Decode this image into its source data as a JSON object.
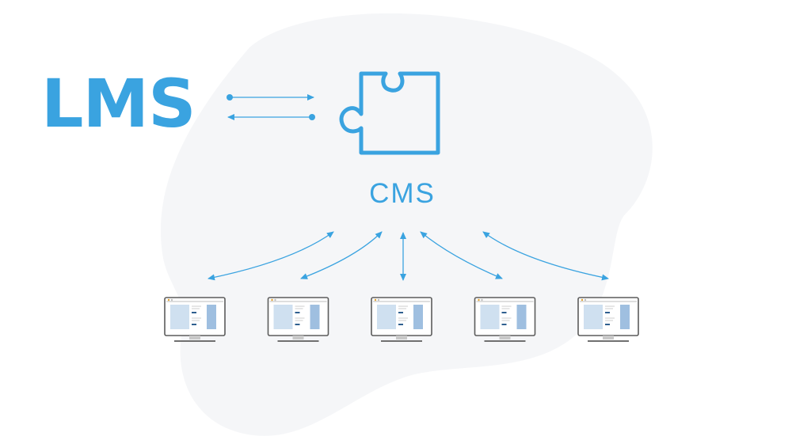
{
  "diagram": {
    "lms_label": "LMS",
    "cms_label": "CMS",
    "icons": [
      "puzzle-piece-icon",
      "monitor-icon"
    ],
    "client_count": 5,
    "colors": {
      "accent": "#3aa3e0",
      "blob": "#f5f6f8",
      "screen_panel": "#cfe0f0",
      "screen_sidebar": "#9fbfe0",
      "monitor_frame": "#5c5c5c",
      "monitor_stand": "#c8c8c8"
    }
  }
}
